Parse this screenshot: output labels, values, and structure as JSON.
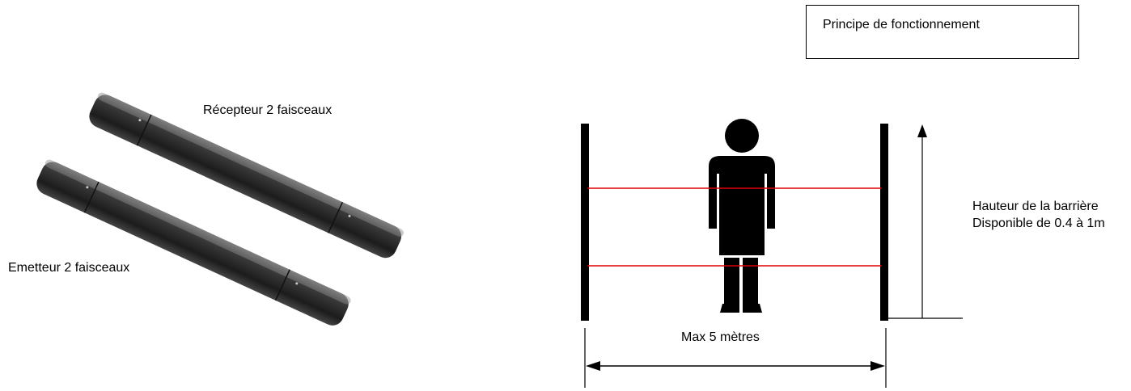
{
  "title": "Principe de fonctionnement",
  "labels": {
    "receiver": "Récepteur 2 faisceaux",
    "emitter": "Emetteur 2 faisceaux",
    "height_line1": "Hauteur de la barrière",
    "height_line2": "Disponible de 0.4 à 1m",
    "distance": "Max 5 mètres"
  },
  "colors": {
    "beam": "#e00000",
    "post": "#000000",
    "device_body": "#2a2a2a",
    "device_highlight": "#6a6a6a"
  },
  "icons": {
    "person": "person-silhouette-icon"
  }
}
